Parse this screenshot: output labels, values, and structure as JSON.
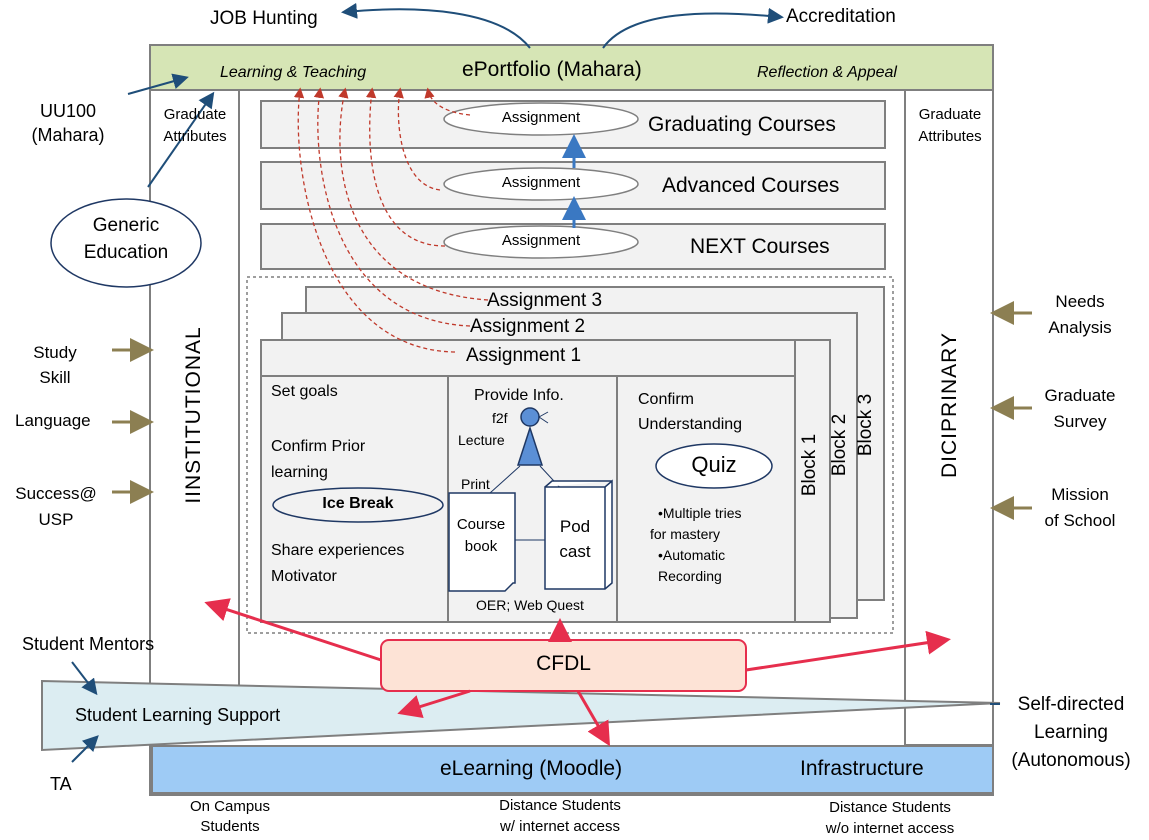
{
  "top": {
    "job_hunting": "JOB Hunting",
    "accreditation": "Accreditation"
  },
  "eportfolio": {
    "title": "ePortfolio (Mahara)",
    "left": "Learning & Teaching",
    "right": "Reflection & Appeal"
  },
  "left_side": {
    "uu100_line1": "UU100",
    "uu100_line2": "(Mahara)",
    "generic_line1": "Generic",
    "generic_line2": "Education",
    "graduate_attr_line1": "Graduate",
    "graduate_attr_line2": "Attributes",
    "institutional": "IINSTITUTIONAL",
    "study_skill_line1": "Study",
    "study_skill_line2": "Skill",
    "language": "Language",
    "success_line1": "Success@",
    "success_line2": "USP",
    "student_mentors": "Student Mentors",
    "ta": "TA"
  },
  "right_side": {
    "graduate_attr_line1": "Graduate",
    "graduate_attr_line2": "Attributes",
    "diciprinary": "DICIPRINARY",
    "needs_line1": "Needs",
    "needs_line2": "Analysis",
    "survey_line1": "Graduate",
    "survey_line2": "Survey",
    "mission_line1": "Mission",
    "mission_line2": "of School",
    "sdl_line1": "Self-directed",
    "sdl_line2": "Learning",
    "sdl_line3": "(Autonomous)"
  },
  "courses": {
    "graduating": "Graduating Courses",
    "advanced": "Advanced Courses",
    "next": "NEXT Courses",
    "assignment": "Assignment"
  },
  "assignments": {
    "a3": "Assignment 3",
    "a2": "Assignment 2",
    "a1": "Assignment 1",
    "block1": "Block 1",
    "block2": "Block 2",
    "block3": "Block 3"
  },
  "col1": {
    "set_goals": "Set goals",
    "confirm_prior_line1": "Confirm Prior",
    "confirm_prior_line2": "learning",
    "ice_break": "Ice Break",
    "share_exp": "Share experiences",
    "motivator": "Motivator"
  },
  "col2": {
    "provide_info": "Provide Info.",
    "f2f": "f2f",
    "lecture": "Lecture",
    "print": "Print",
    "course_line1": "Course",
    "course_line2": "book",
    "pod_line1": "Pod",
    "pod_line2": "cast",
    "oer": "OER; Web Quest"
  },
  "col3": {
    "confirm_line1": "Confirm",
    "confirm_line2": "Understanding",
    "quiz": "Quiz",
    "bullet1_line1": "•Multiple tries",
    "bullet1_line2": "for mastery",
    "bullet2_line1": "•Automatic",
    "bullet2_line2": "Recording"
  },
  "cfdl": "CFDL",
  "student_learning_support": "Student Learning Support",
  "bottom": {
    "elearning": "eLearning (Moodle)",
    "infrastructure": "Infrastructure",
    "on_campus_line1": "On Campus",
    "on_campus_line2": "Students",
    "distance_line1": "Distance Students",
    "distance_line2": "w/ internet access",
    "distance_wo_line1": "Distance Students",
    "distance_wo_line2": "w/o internet access"
  },
  "colors": {
    "eportfolio_bg": "#d6e5b5",
    "elearning_bg": "#9ecbf5",
    "support_bg": "#dcedf2",
    "cfdl_bg": "#fde3d6",
    "panel_bg": "#f2f2f2",
    "red_arrow": "#e62e4d",
    "blue_arrow": "#1f4e79",
    "olive_arrow": "#8c7f52"
  }
}
